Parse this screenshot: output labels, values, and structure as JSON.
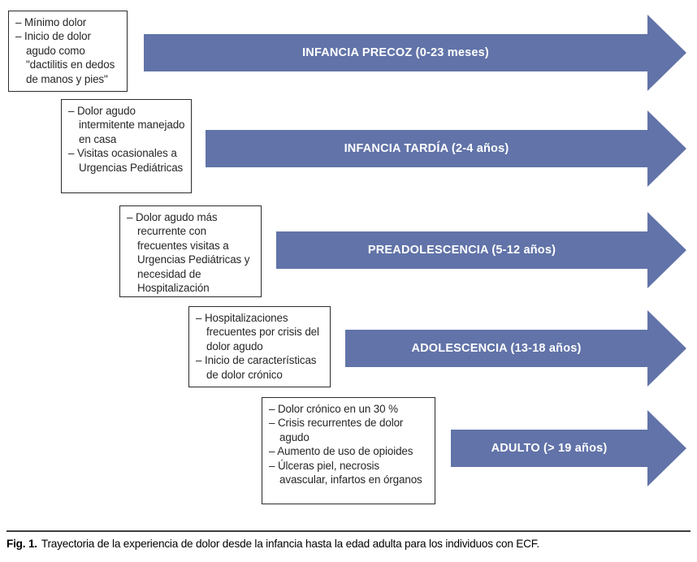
{
  "figure": {
    "rows": [
      {
        "stage": "INFANCIA PRECOZ (0-23 meses)",
        "bullets": [
          "– Mínimo dolor",
          "– Inicio de dolor agudo como \"dactilitis en dedos de manos y pies\""
        ]
      },
      {
        "stage": "INFANCIA TARDÍA (2-4 años)",
        "bullets": [
          "– Dolor agudo intermitente manejado en casa",
          "– Visitas ocasionales a Urgencias Pediátricas"
        ]
      },
      {
        "stage": "PREADOLESCENCIA (5-12 años)",
        "bullets": [
          "– Dolor agudo más recurrente con frecuentes visitas a Urgencias Pediátricas y necesidad de Hospitalización"
        ]
      },
      {
        "stage": "ADOLESCENCIA (13-18 años)",
        "bullets": [
          "– Hospitalizaciones frecuentes por crisis del dolor agudo",
          "– Inicio de características de dolor crónico"
        ]
      },
      {
        "stage": "ADULTO (> 19 años)",
        "bullets": [
          "– Dolor crónico en un 30 %",
          "– Crisis recurrentes de dolor agudo",
          "– Aumento de uso de opioides",
          "– Úlceras piel, necrosis avascular, infartos en órganos"
        ]
      }
    ],
    "caption": {
      "label": "Fig. 1.",
      "text": "Trayectoria de la experiencia de dolor desde la infancia hasta la edad adulta para los individuos con ECF."
    },
    "colors": {
      "arrow-color": "#6173a8",
      "arrow-text-color": "#ffffff"
    }
  }
}
